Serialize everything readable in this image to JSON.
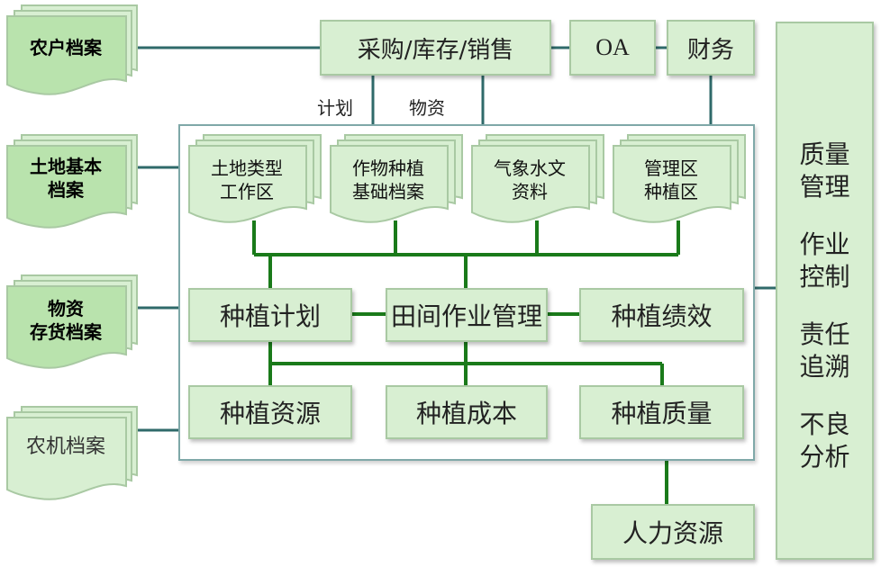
{
  "left_docs": {
    "farmer": "农户档案",
    "land": [
      "土地基本",
      "档案"
    ],
    "material": [
      "物资",
      "存货档案"
    ],
    "machinery": "农机档案"
  },
  "top_bar": {
    "procurement": "采购/库存/销售",
    "oa": "OA",
    "finance": "财务"
  },
  "edge_labels": {
    "plan": "计划",
    "material": "物资"
  },
  "inner_docs": {
    "land_type": [
      "土地类型",
      "工作区"
    ],
    "crop": [
      "作物种植",
      "基础档案"
    ],
    "weather": [
      "气象水文",
      "资料"
    ],
    "zone": [
      "管理区",
      "种植区"
    ]
  },
  "modules": {
    "plan": "种植计划",
    "field_ops": "田间作业管理",
    "performance": "种植绩效",
    "resources": "种植资源",
    "cost": "种植成本",
    "quality": "种植质量"
  },
  "human_resources": "人力资源",
  "right_panel": {
    "groups": [
      [
        "质量",
        "管理"
      ],
      [
        "作业",
        "控制"
      ],
      [
        "责任",
        "追溯"
      ],
      [
        "不良",
        "分析"
      ]
    ]
  },
  "colors": {
    "box_fill": "#d8efd2",
    "box_border": "#a9c9a3",
    "line_green": "#1a7a1a",
    "line_teal": "#2f6a6a"
  }
}
